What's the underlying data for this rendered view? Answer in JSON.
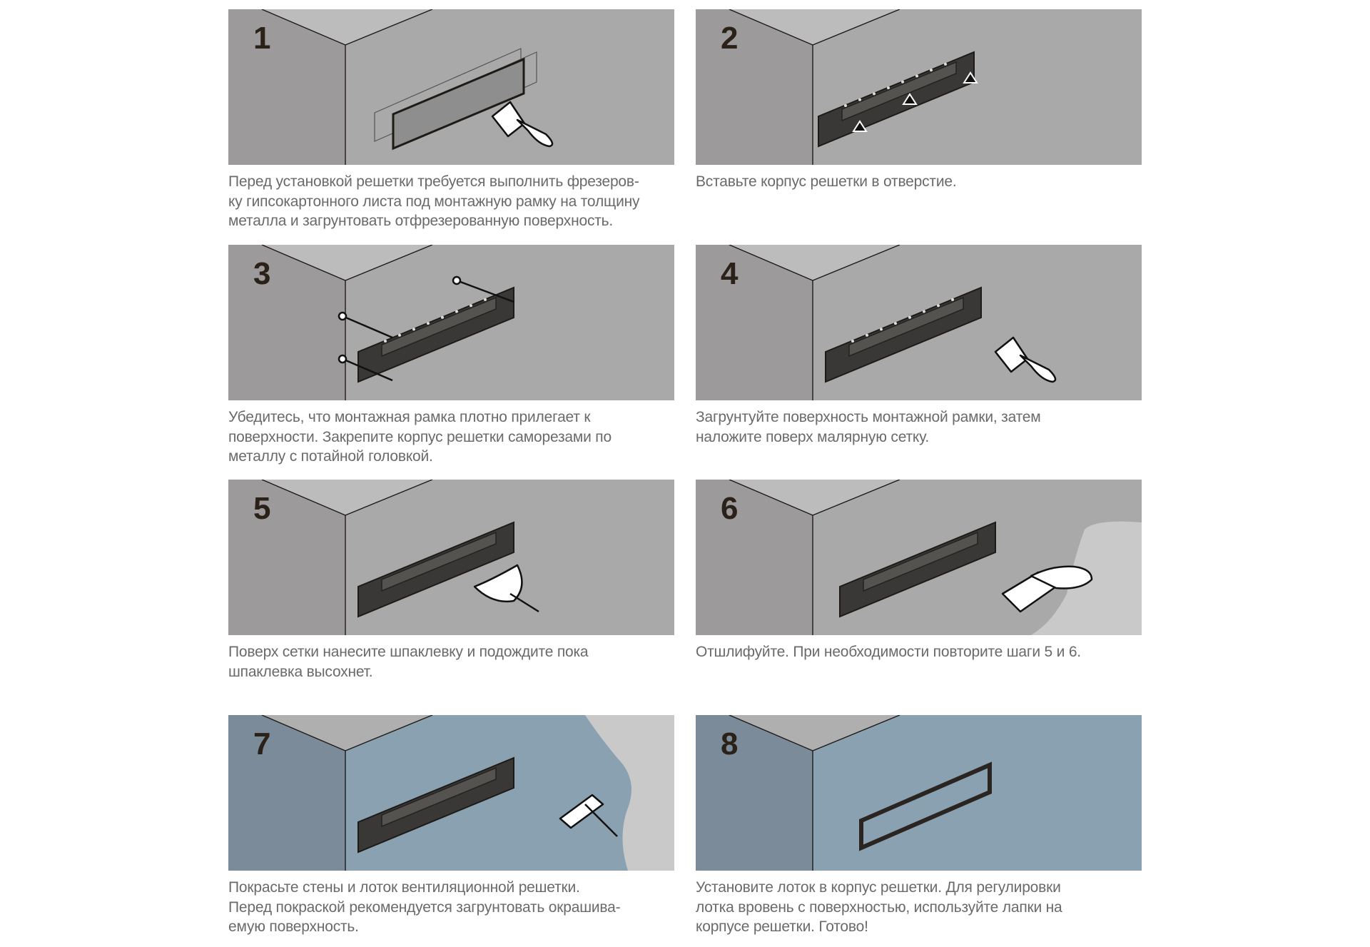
{
  "steps": [
    {
      "number": "1",
      "theme": "grey",
      "tool": "brush",
      "lines": [
        "Перед установкой решетки требуется выполнить фрезеров-",
        "ку гипсокартонного листа под монтажную рамку на толщину",
        "металла и загрунтовать отфрезерованную поверхность."
      ]
    },
    {
      "number": "2",
      "theme": "grey",
      "tool": "arrows",
      "lines": [
        "Вставьте корпус решетки в отверстие."
      ]
    },
    {
      "number": "3",
      "theme": "grey",
      "tool": "screws",
      "lines": [
        "Убедитесь, что монтажная рамка плотно прилегает к",
        "поверхности. Закрепите корпус решетки саморезами по",
        "металлу с потайной головкой."
      ]
    },
    {
      "number": "4",
      "theme": "grey",
      "tool": "brush",
      "lines": [
        "Загрунтуйте поверхность монтажной рамки, затем",
        "наложите поверх малярную сетку."
      ]
    },
    {
      "number": "5",
      "theme": "grey",
      "tool": "spatula",
      "lines": [
        "Поверх сетки нанесите шпаклевку и подождите пока",
        "шпаклевка высохнет."
      ]
    },
    {
      "number": "6",
      "theme": "grey-light",
      "tool": "sander",
      "lines": [
        "Отшлифуйте. При необходимости повторите шаги 5 и 6."
      ]
    },
    {
      "number": "7",
      "theme": "blue",
      "tool": "roller",
      "lines": [
        "Покрасьте стены и лоток вентиляционной решетки.",
        "Перед покраской рекомендуется загрунтовать окрашива-",
        "емую поверхность."
      ]
    },
    {
      "number": "8",
      "theme": "blue",
      "tool": "none",
      "lines": [
        "Установите лоток в корпус решетки. Для регулировки",
        "лотка вровень с поверхностью, используйте лапки на",
        "корпусе решетки. Готово!"
      ]
    }
  ],
  "colors": {
    "grey_left": "#9c9a9a",
    "grey_right": "#aaa9a9",
    "grey_top": "#bdbcbc",
    "blue_left": "#7b8b9a",
    "blue_right": "#8aa1b1",
    "light_patch": "#c9c9ca",
    "frame": "#3a3836",
    "outline": "#1e1a16",
    "text": "#6a6a6a"
  }
}
